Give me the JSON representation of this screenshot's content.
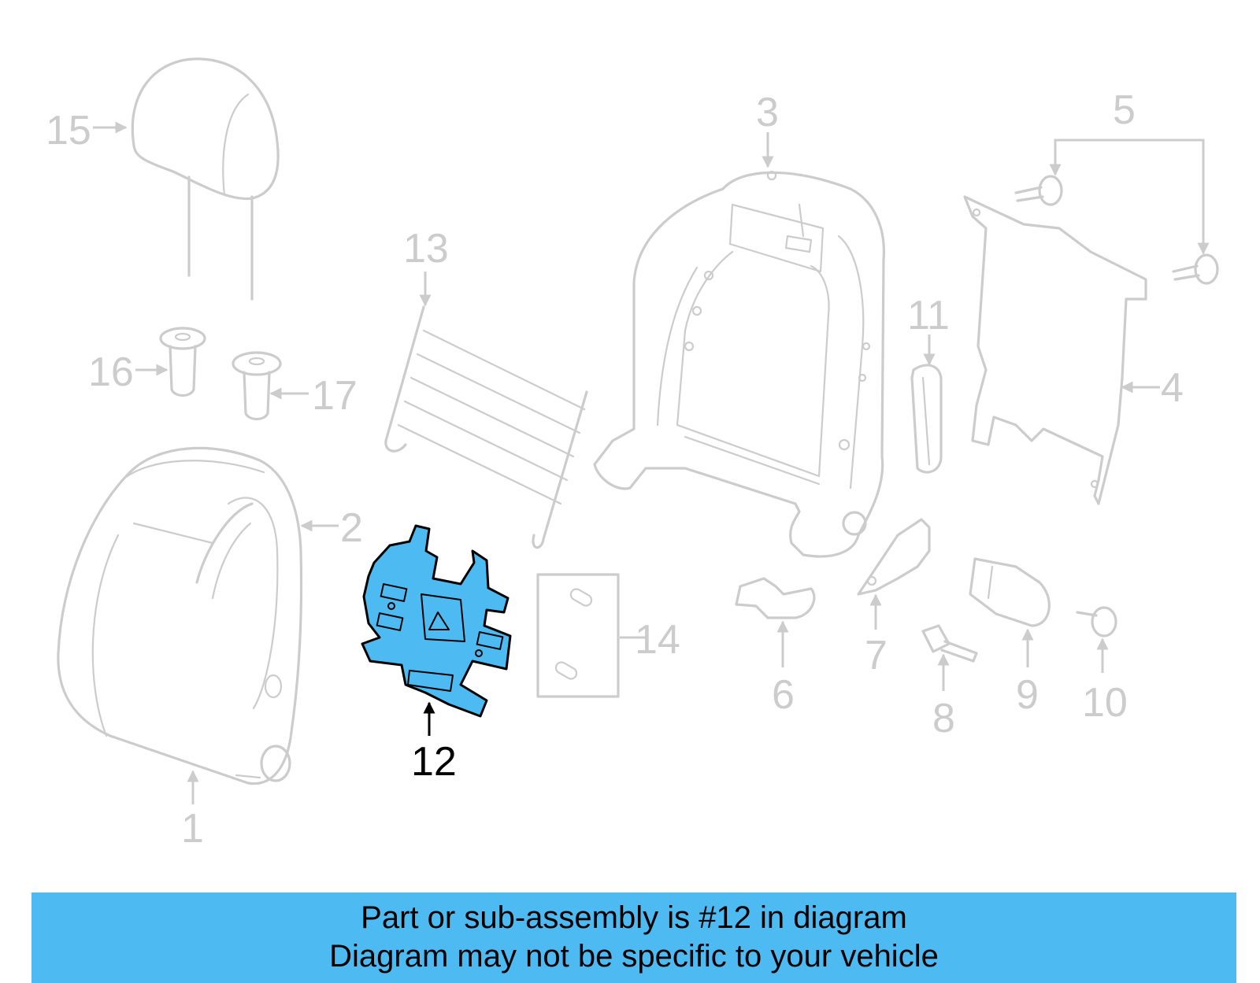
{
  "diagram": {
    "highlighted_part": "12",
    "callouts": [
      "1",
      "2",
      "3",
      "4",
      "5",
      "6",
      "7",
      "8",
      "9",
      "10",
      "11",
      "12",
      "13",
      "14",
      "15",
      "16",
      "17"
    ]
  },
  "colors": {
    "highlight": "#4dbaf2",
    "part_outline": "#cccccc",
    "highlight_outline": "#000000"
  },
  "banner": {
    "line1": "Part or sub-assembly is #12 in diagram",
    "line2": "Diagram may not be specific to your vehicle"
  }
}
